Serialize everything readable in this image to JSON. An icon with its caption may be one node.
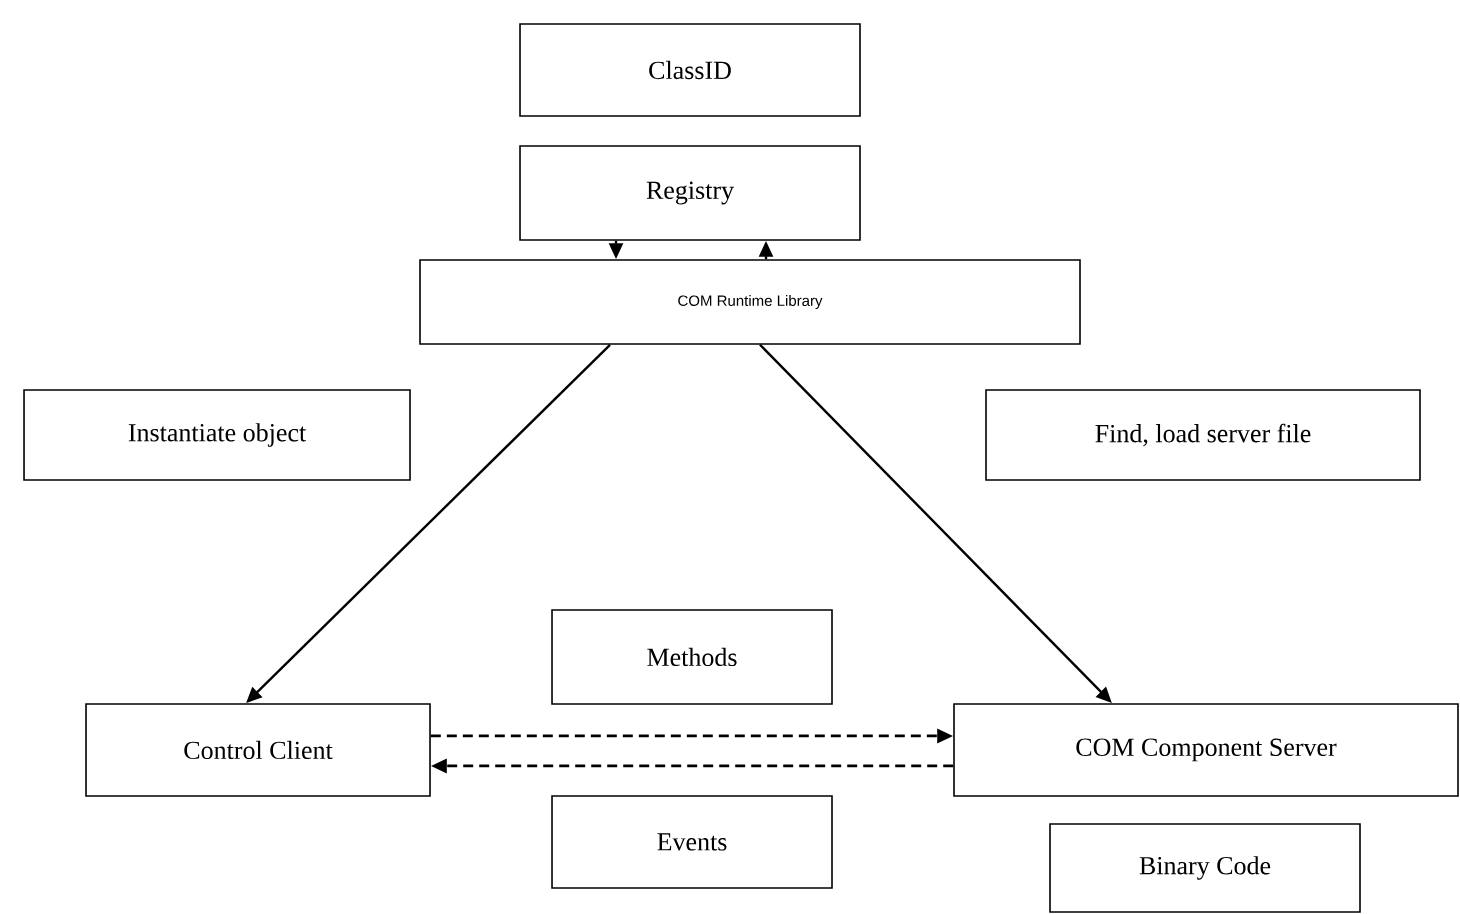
{
  "diagram": {
    "nodes": [
      {
        "text": [
          "ClassID"
        ]
      },
      {
        "text": [
          "Registry"
        ]
      },
      {
        "text": [
          "COM Runtime Library"
        ]
      },
      {
        "text": [
          "Instantiate object"
        ]
      },
      {
        "text": [
          "Find, load server file"
        ]
      },
      {
        "text": [
          "Methods"
        ]
      },
      {
        "text": [
          "Control Client"
        ]
      },
      {
        "text": [
          "COM Component Server"
        ]
      },
      {
        "text": [
          "Events"
        ]
      },
      {
        "text": [
          "Binary Code"
        ]
      }
    ],
    "edges": [
      {
        "from": 1,
        "to": 2,
        "arrow": "to"
      },
      {
        "from": 2,
        "to": 1,
        "arrow": "to"
      },
      {
        "from": 2,
        "to": 6,
        "arrow": "to"
      },
      {
        "from": 2,
        "to": 7,
        "arrow": "to"
      },
      {
        "from": 6,
        "to": 7,
        "arrow": "to",
        "style": "dashed"
      },
      {
        "from": 7,
        "to": 6,
        "arrow": "to",
        "style": "dashed"
      }
    ]
  }
}
